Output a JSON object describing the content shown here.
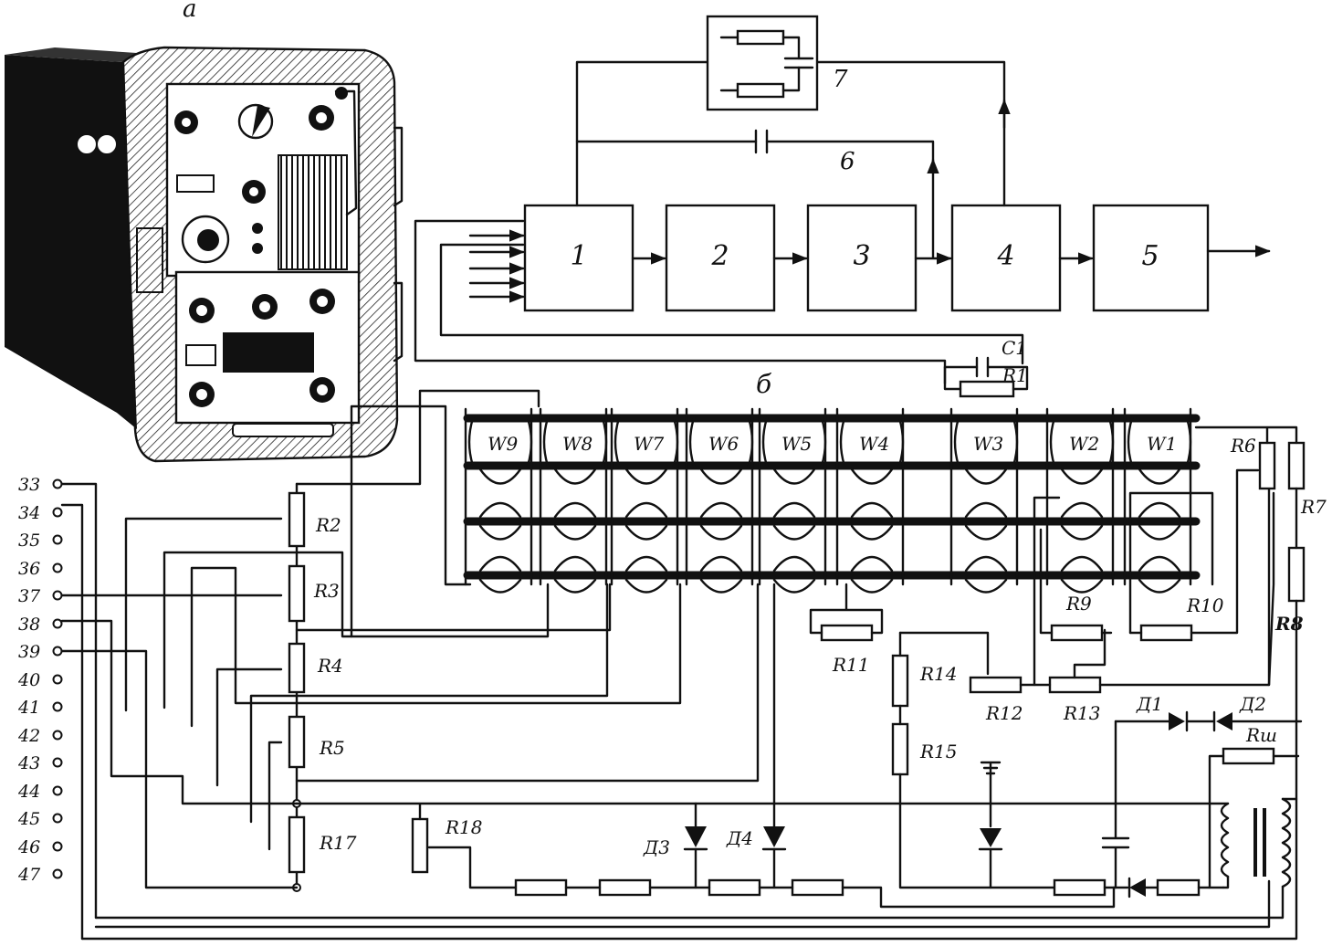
{
  "figure": {
    "panel_a_label": "a",
    "panel_b_label": "б"
  },
  "block_diagram": {
    "blocks": [
      {
        "label": "1"
      },
      {
        "label": "2"
      },
      {
        "label": "3"
      },
      {
        "label": "4"
      },
      {
        "label": "5"
      }
    ],
    "feedback_label_6": "6",
    "feedback_label_7": "7",
    "c1_label": "C1",
    "r1_label": "R1"
  },
  "windings": [
    "W9",
    "W8",
    "W7",
    "W6",
    "W5",
    "W4",
    "W3",
    "W2",
    "W1"
  ],
  "pins": [
    "33",
    "34",
    "35",
    "36",
    "37",
    "38",
    "39",
    "40",
    "41",
    "42",
    "43",
    "44",
    "45",
    "46",
    "47"
  ],
  "resistors": {
    "left_chain": [
      "R2",
      "R3",
      "R4",
      "R5",
      "R17"
    ],
    "r18": "R18",
    "r11": "R11",
    "r14": "R14",
    "r15": "R15",
    "r12": "R12",
    "r13": "R13",
    "r9": "R9",
    "r10": "R10",
    "r6": "R6",
    "r7": "R7",
    "r8": "R8",
    "rsh": "Rш"
  },
  "diodes": {
    "d1": "Д1",
    "d2": "Д2",
    "d3": "Д3",
    "d4": "Д4"
  }
}
